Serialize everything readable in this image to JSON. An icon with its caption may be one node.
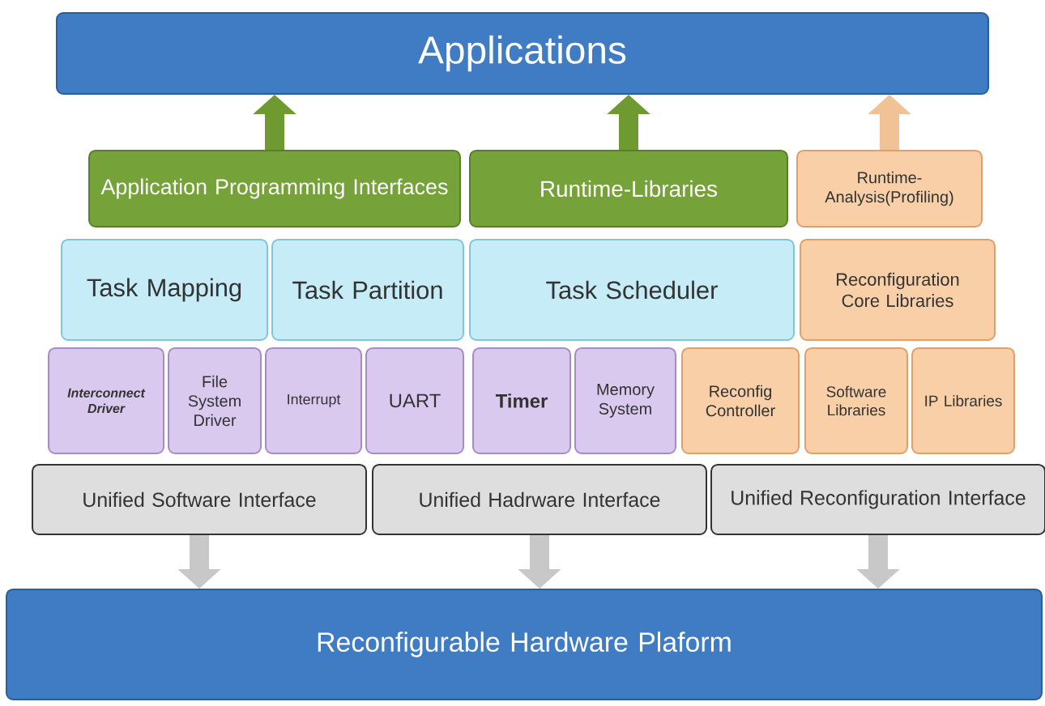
{
  "diagram": {
    "nodes": [
      {
        "text": [
          "Applications"
        ]
      },
      {
        "text": [
          "Application Programming Interfaces"
        ]
      },
      {
        "text": [
          "Runtime-Libraries"
        ]
      },
      {
        "text": [
          "Runtime- Analysis(Profiling)"
        ]
      },
      {
        "text": [
          "Task Mapping"
        ]
      },
      {
        "text": [
          "Task Partition"
        ]
      },
      {
        "text": [
          "Task Scheduler"
        ]
      },
      {
        "text": [
          "Reconfiguration Core Libraries"
        ]
      },
      {
        "text": [
          "Interconnect Driver"
        ]
      },
      {
        "text": [
          "File System Driver"
        ]
      },
      {
        "text": [
          "Interrupt"
        ]
      },
      {
        "text": [
          "UART"
        ]
      },
      {
        "text": [
          "Timer"
        ]
      },
      {
        "text": [
          "Memory System"
        ]
      },
      {
        "text": [
          "Reconfig Controller"
        ]
      },
      {
        "text": [
          "Software Libraries"
        ]
      },
      {
        "text": [
          "IP Libraries"
        ]
      },
      {
        "text": [
          "Unified Software Interface"
        ]
      },
      {
        "text": [
          "Unified Hadrware Interface"
        ]
      },
      {
        "text": [
          "Unified Reconfiguration Interface"
        ]
      },
      {
        "text": [
          "Reconfigurable Hardware Plaform"
        ]
      }
    ],
    "edges": [
      {
        "from": 1,
        "to": 0,
        "arrow": "to",
        "color": "#6f9a31"
      },
      {
        "from": 2,
        "to": 0,
        "arrow": "to",
        "color": "#6f9a31"
      },
      {
        "from": 3,
        "to": 0,
        "arrow": "to",
        "color": "#f2c297"
      },
      {
        "from": 17,
        "to": 20,
        "arrow": "to"
      },
      {
        "from": 18,
        "to": 20,
        "arrow": "to"
      },
      {
        "from": 19,
        "to": 20,
        "arrow": "to"
      }
    ]
  }
}
